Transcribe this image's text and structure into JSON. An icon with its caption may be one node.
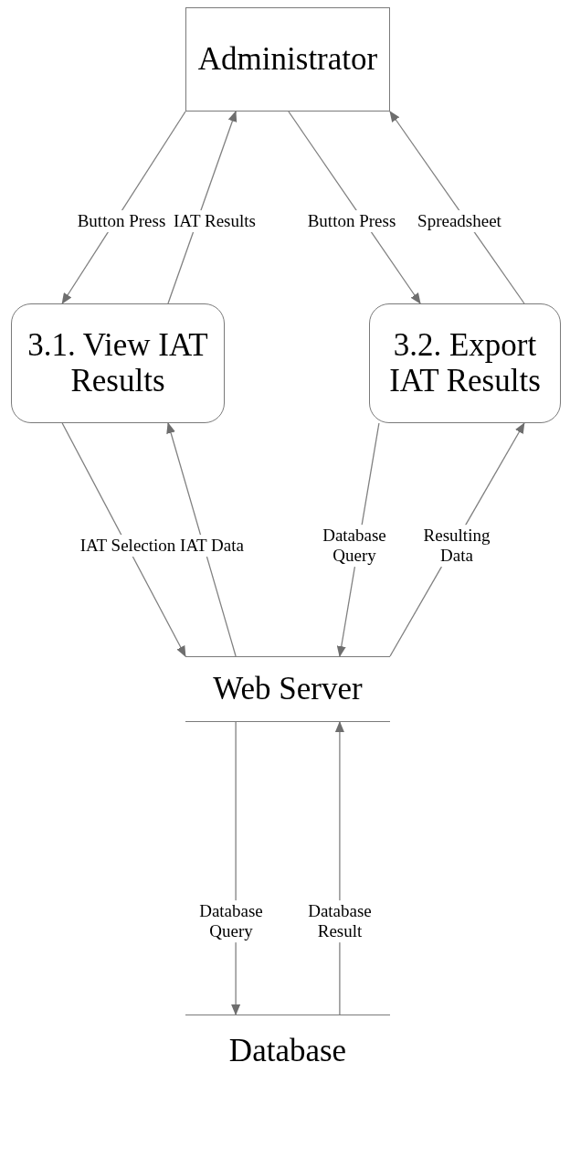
{
  "diagram": {
    "nodes": [
      {
        "text": [
          "Administrator"
        ]
      },
      {
        "text": [
          "3.1. View IAT Results"
        ]
      },
      {
        "text": [
          "3.2. Export IAT Results"
        ]
      },
      {
        "text": [
          "Web Server"
        ]
      },
      {
        "text": [
          "Database"
        ]
      }
    ],
    "edges": [
      {
        "from": 0,
        "to": 1,
        "arrow": "to",
        "label": "Button Press"
      },
      {
        "from": 1,
        "to": 0,
        "arrow": "to",
        "label": "IAT Results"
      },
      {
        "from": 0,
        "to": 2,
        "arrow": "to",
        "label": "Button Press"
      },
      {
        "from": 2,
        "to": 0,
        "arrow": "to",
        "label": "Spreadsheet"
      },
      {
        "from": 1,
        "to": 3,
        "arrow": "to",
        "label": "IAT Selection"
      },
      {
        "from": 3,
        "to": 1,
        "arrow": "to",
        "label": "IAT Data"
      },
      {
        "from": 2,
        "to": 3,
        "arrow": "to",
        "label": "Database Query"
      },
      {
        "from": 3,
        "to": 2,
        "arrow": "to",
        "label": "Resulting Data"
      },
      {
        "from": 3,
        "to": 4,
        "arrow": "to",
        "label": "Database Query"
      },
      {
        "from": 4,
        "to": 3,
        "arrow": "to",
        "label": "Database Result"
      }
    ]
  }
}
